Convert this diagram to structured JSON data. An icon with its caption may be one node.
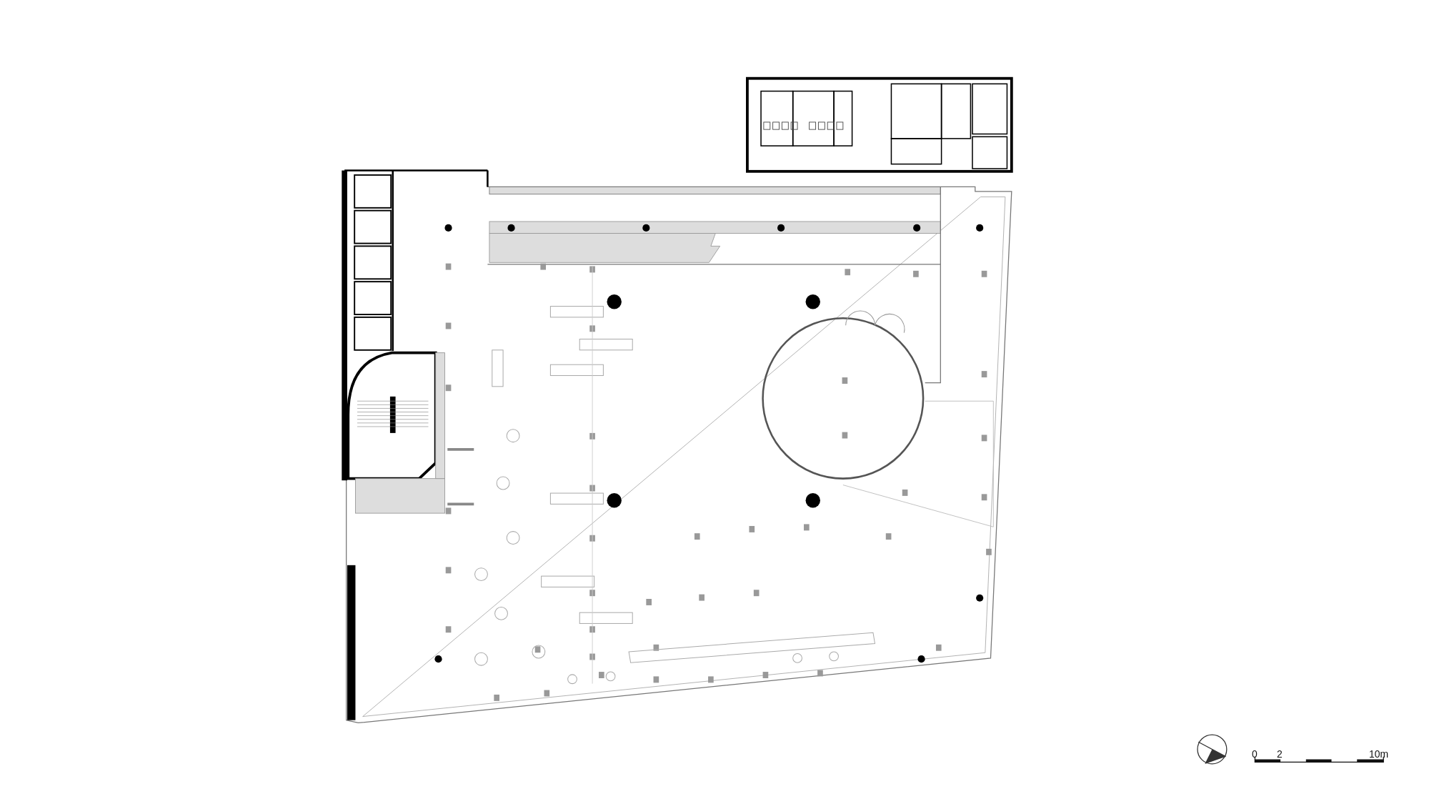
{
  "diagram": {
    "labels": [
      "0",
      "2",
      "10m"
    ]
  }
}
